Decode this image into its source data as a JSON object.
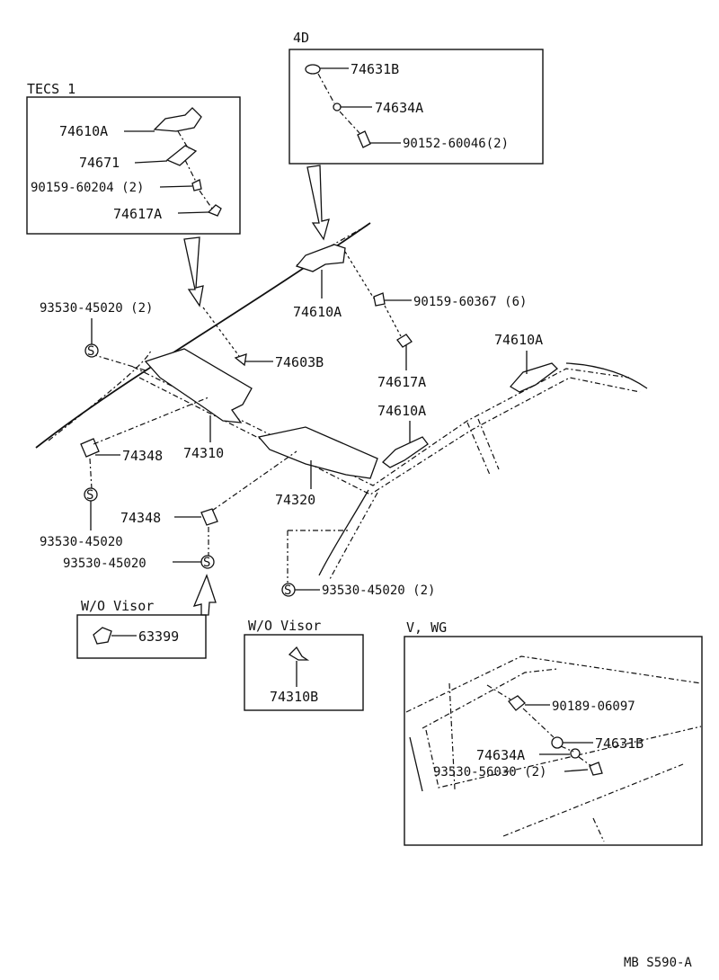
{
  "boxes": {
    "tecs": {
      "title": "TECS 1"
    },
    "four_door": {
      "title": "4D"
    },
    "wo_visor_left": {
      "title": "W/O Visor"
    },
    "wo_visor_right": {
      "title": "W/O Visor"
    },
    "vwg": {
      "title": "V, WG"
    }
  },
  "labels": {
    "tecs_74610A": "74610A",
    "tecs_74671": "74671",
    "tecs_90159_60204": "90159-60204 (2)",
    "tecs_74617A": "74617A",
    "fd_74631B": "74631B",
    "fd_74634A": "74634A",
    "fd_90152_60046": "90152-60046(2)",
    "main_93530_45020_2_top": "93530-45020 (2)",
    "main_74603B": "74603B",
    "main_74610A_center": "74610A",
    "main_90159_60367": "90159-60367 (6)",
    "main_74617A": "74617A",
    "main_74610A_right": "74610A",
    "main_74610A_mid": "74610A",
    "main_74348_upper": "74348",
    "main_74310": "74310",
    "main_93530_45020_left": "93530-45020",
    "main_74320": "74320",
    "main_74348_lower": "74348",
    "main_93530_45020_lower": "93530-45020",
    "main_93530_45020_2_right": "93530-45020 (2)",
    "wo_63399": "63399",
    "wo_74310B": "74310B",
    "vwg_90189_06097": "90189-06097",
    "vwg_74631B": "74631B",
    "vwg_74634A": "74634A",
    "vwg_93530_56030": "93530-56030 (2)",
    "fastener_symbol": "S"
  },
  "footer": {
    "code": "MB  S590-A"
  }
}
